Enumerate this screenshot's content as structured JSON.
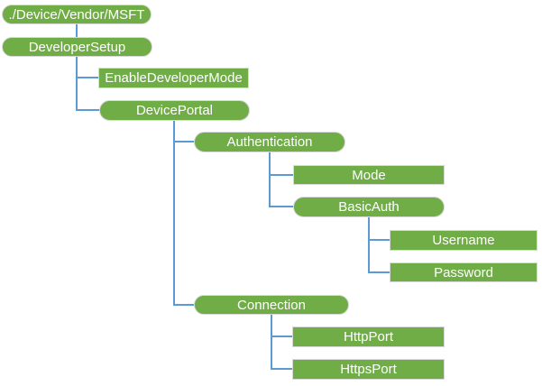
{
  "diagram": {
    "type": "tree",
    "colors": {
      "node_fill": "#70AD47",
      "node_border": "#D9D9D9",
      "node_text": "#FFFFFF",
      "connector": "#5B9BD5",
      "background": "#FFFFFF"
    },
    "nodes": [
      {
        "label": "./Device/Vendor/MSFT",
        "shape": "rounded",
        "parent": null
      },
      {
        "label": "DeveloperSetup",
        "shape": "rounded",
        "parent": "./Device/Vendor/MSFT"
      },
      {
        "label": "EnableDeveloperMode",
        "shape": "rectangle",
        "parent": "DeveloperSetup"
      },
      {
        "label": "DevicePortal",
        "shape": "rounded",
        "parent": "DeveloperSetup"
      },
      {
        "label": "Authentication",
        "shape": "rounded",
        "parent": "DevicePortal"
      },
      {
        "label": "Mode",
        "shape": "rectangle",
        "parent": "Authentication"
      },
      {
        "label": "BasicAuth",
        "shape": "rounded",
        "parent": "Authentication"
      },
      {
        "label": "Username",
        "shape": "rectangle",
        "parent": "BasicAuth"
      },
      {
        "label": "Password",
        "shape": "rectangle",
        "parent": "BasicAuth"
      },
      {
        "label": "Connection",
        "shape": "rounded",
        "parent": "DevicePortal"
      },
      {
        "label": "HttpPort",
        "shape": "rectangle",
        "parent": "Connection"
      },
      {
        "label": "HttpsPort",
        "shape": "rectangle",
        "parent": "Connection"
      }
    ]
  }
}
